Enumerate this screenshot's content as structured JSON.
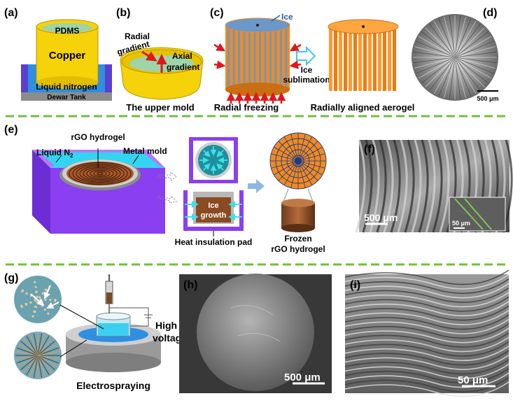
{
  "panels": {
    "a": {
      "label": "(a)",
      "pdms": "PDMS",
      "copper": "Copper",
      "liquid_nitrogen": "Liquid nitrogen",
      "dewar": "Dewar Tank"
    },
    "b": {
      "label": "(b)",
      "radial_1": "Radial",
      "radial_2": "gradient",
      "axial_1": "Axial",
      "axial_2": "gradient",
      "caption": "The upper mold"
    },
    "c": {
      "label": "(c)",
      "ice": "Ice",
      "sublimation_1": "Ice",
      "sublimation_2": "sublimation",
      "caption_left": "Radial freezing",
      "caption_right": "Radially aligned aerogel"
    },
    "d": {
      "label": "(d)",
      "scale": "500 μm"
    },
    "e": {
      "label": "(e)",
      "rgo_hydrogel": "rGO hydrogel",
      "liquid_n2": "Liquid N",
      "liquid_n2_sub": "2",
      "metal_mold": "Metal mold",
      "ice_1": "Ice",
      "ice_2": "growth",
      "insulation": "Heat insulation pad",
      "frozen_1": "Frozen",
      "frozen_2": "rGO hydrogel"
    },
    "f": {
      "label": "(f)",
      "scale_main": "500 μm",
      "scale_inset": "50 μm"
    },
    "g": {
      "label": "(g)",
      "voltage_1": "High",
      "voltage_2": "voltage",
      "caption": "Electrospraying"
    },
    "h": {
      "label": "(h)",
      "scale": "500 μm"
    },
    "i": {
      "label": "(i)",
      "scale": "50 μm"
    }
  },
  "colors": {
    "copper": "#f5d20a",
    "pdms": "#9fd3a8",
    "nitrogen": "#2f8fe0",
    "orange": "#f28a1e",
    "purple": "#8a3ff0",
    "cyan": "#33d6f0",
    "divider": "#6fbf40"
  }
}
